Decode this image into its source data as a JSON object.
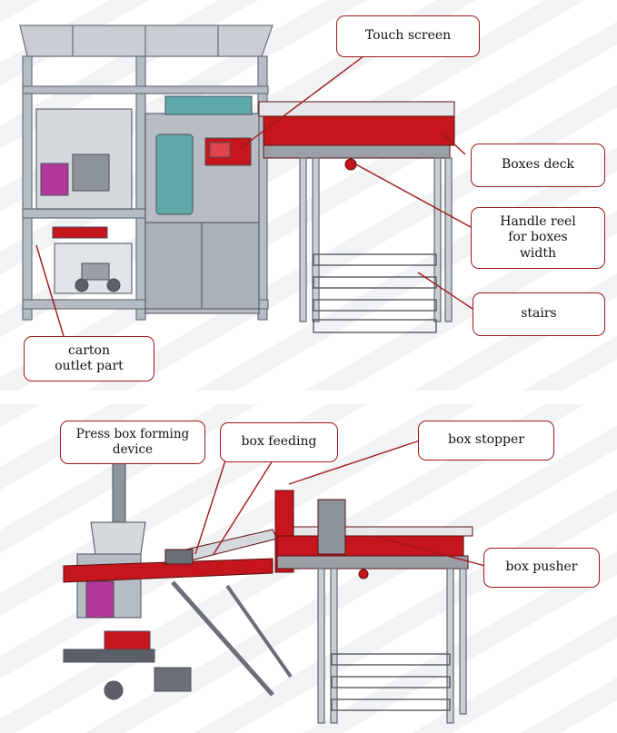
{
  "top_panel": {
    "callouts": {
      "touch_screen": "Touch screen",
      "boxes_deck": "Boxes deck",
      "handle_reel": [
        "Handle reel",
        "for boxes",
        "width"
      ],
      "stairs": "stairs",
      "carton_outlet": [
        "carton",
        "outlet part"
      ]
    }
  },
  "bottom_panel": {
    "callouts": {
      "press_box": [
        "Press box forming",
        "device"
      ],
      "box_feeding": "box feeding",
      "box_stopper": "box stopper",
      "box_pusher": "box pusher"
    }
  },
  "colors": {
    "machine_red": "#c4161c",
    "frame_grey": "#9aa0a6",
    "callout_border": "#a01818",
    "window_teal": "#5fa8a8"
  }
}
